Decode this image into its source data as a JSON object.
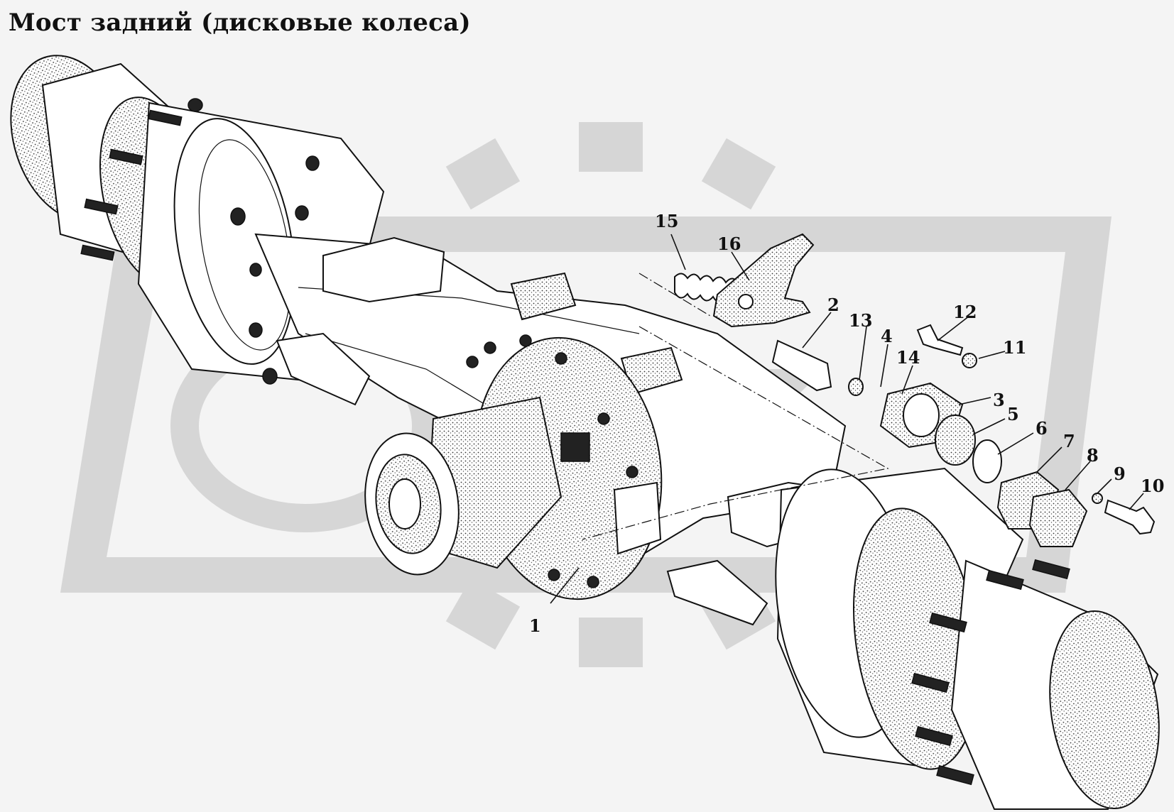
{
  "title": "Мост задний (дисковые колеса)",
  "callouts": [
    {
      "id": "1",
      "label": "1"
    },
    {
      "id": "2",
      "label": "2"
    },
    {
      "id": "3",
      "label": "3"
    },
    {
      "id": "4",
      "label": "4"
    },
    {
      "id": "5",
      "label": "5"
    },
    {
      "id": "6",
      "label": "6"
    },
    {
      "id": "7",
      "label": "7"
    },
    {
      "id": "8",
      "label": "8"
    },
    {
      "id": "9",
      "label": "9"
    },
    {
      "id": "10",
      "label": "10"
    },
    {
      "id": "11",
      "label": "11"
    },
    {
      "id": "12",
      "label": "12"
    },
    {
      "id": "13",
      "label": "13"
    },
    {
      "id": "14",
      "label": "14"
    },
    {
      "id": "15",
      "label": "15"
    },
    {
      "id": "16",
      "label": "16"
    }
  ],
  "colors": {
    "background": "#f4f4f4",
    "ink": "#111111",
    "watermark": "#d6d6d6"
  }
}
